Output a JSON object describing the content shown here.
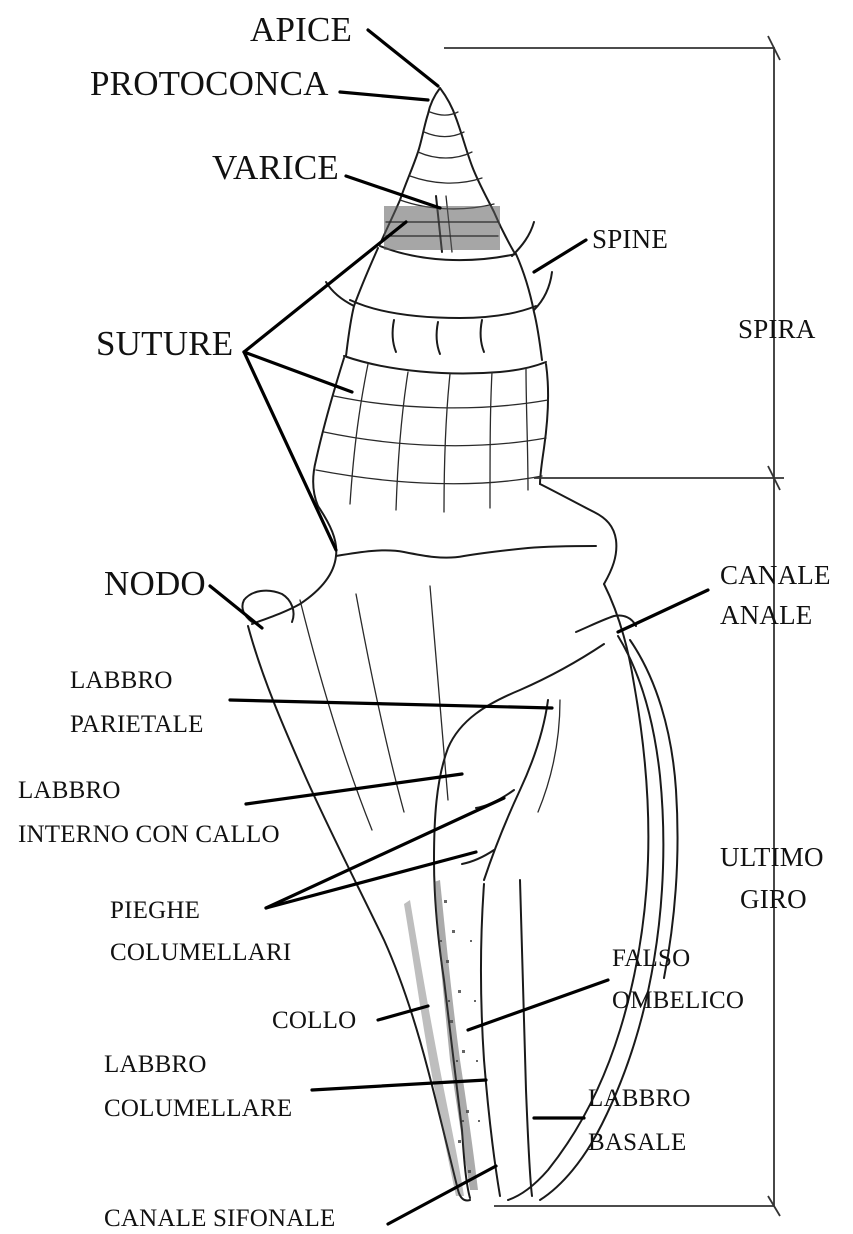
{
  "labels": {
    "apice": "APICE",
    "protoconca": "PROTOCONCA",
    "varice": "VARICE",
    "suture": "SUTURE",
    "spine": "SPINE",
    "spira": "SPIRA",
    "nodo": "NODO",
    "canale_anale_1": "CANALE",
    "canale_anale_2": "ANALE",
    "labbro_parietale_1": "LABBRO",
    "labbro_parietale_2": "PARIETALE",
    "labbro_interno_1": "LABBRO",
    "labbro_interno_2": "INTERNO CON CALLO",
    "pieghe_1": "PIEGHE",
    "pieghe_2": "COLUMELLARI",
    "ultimo_giro_1": "ULTIMO",
    "ultimo_giro_2": "GIRO",
    "falso_ombelico_1": "FALSO",
    "falso_ombelico_2": "OMBELICO",
    "collo": "COLLO",
    "labbro_columellare_1": "LABBRO",
    "labbro_columellare_2": "COLUMELLARE",
    "labbro_basale_1": "LABBRO",
    "labbro_basale_2": "BASALE",
    "canale_sifonale": "CANALE SIFONALE"
  }
}
